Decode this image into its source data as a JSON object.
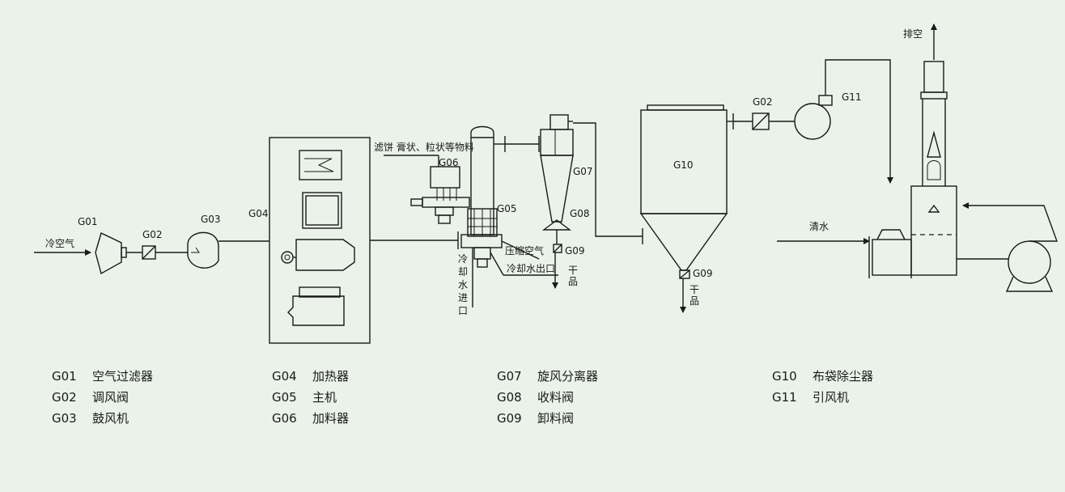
{
  "diagram": {
    "labels": {
      "cold_air": "冷空气",
      "g01": "G01",
      "g02_left": "G02",
      "g03": "G03",
      "g04": "G04",
      "feed": "滤饼 膏状、粒状等物料",
      "g06": "G06",
      "g05": "G05",
      "g07": "G07",
      "g08": "G08",
      "g09_left": "G09",
      "compressed_air": "压缩空气",
      "cooling_out": "冷却水出口",
      "cooling_in": [
        "冷",
        "却",
        "水",
        "进",
        "口"
      ],
      "dry_product_left": [
        "干",
        "品"
      ],
      "g10": "G10",
      "g09_right": "G09",
      "dry_product_right": [
        "干",
        "品"
      ],
      "g02_right": "G02",
      "g11": "G11",
      "exhaust": "排空",
      "clear_water": "清水"
    }
  },
  "legend": {
    "col1": [
      {
        "code": "G01",
        "name": "空气过滤器"
      },
      {
        "code": "G02",
        "name": "调风阀"
      },
      {
        "code": "G03",
        "name": "鼓风机"
      }
    ],
    "col2": [
      {
        "code": "G04",
        "name": "加热器"
      },
      {
        "code": "G05",
        "name": "主机"
      },
      {
        "code": "G06",
        "name": "加料器"
      }
    ],
    "col3": [
      {
        "code": "G07",
        "name": "旋风分离器"
      },
      {
        "code": "G08",
        "name": "收料阀"
      },
      {
        "code": "G09",
        "name": "卸料阀"
      }
    ],
    "col4": [
      {
        "code": "G10",
        "name": "布袋除尘器"
      },
      {
        "code": "G11",
        "name": "引风机"
      }
    ]
  }
}
